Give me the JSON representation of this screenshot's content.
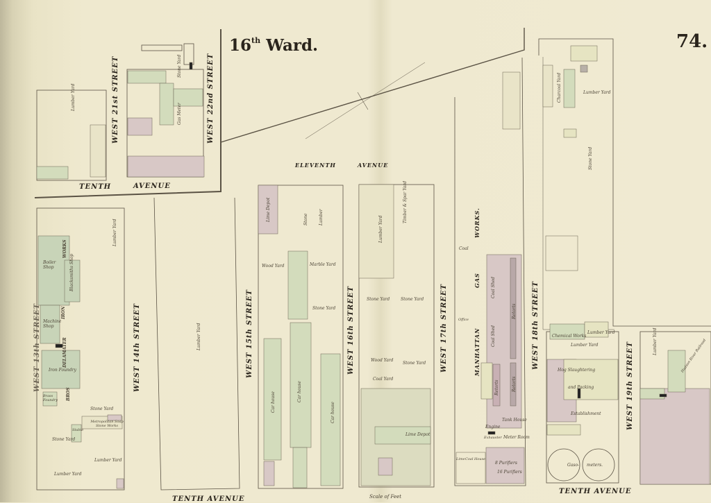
{
  "header": {
    "ward_number": "16",
    "ward_suffix": "th",
    "ward_word": "Ward.",
    "page_number": "74."
  },
  "colors": {
    "paper": "#efe9cf",
    "parcel_green": "#d3dcbc",
    "parcel_pink": "#d8c8c6",
    "parcel_yellow": "#e6e4c2",
    "ink": "#2a241c"
  },
  "streets": {
    "west_13th": "WEST 13th STREET",
    "west_14th": "WEST 14th STREET",
    "west_15th": "WEST 15th STREET",
    "west_16th": "WEST 16th STREET",
    "west_17th": "WEST 17th STREET",
    "west_18th": "WEST 18th STREET",
    "west_19th": "WEST 19th STREET",
    "west_21st": "WEST 21st STREET",
    "west_22nd": "WEST 22nd STREET"
  },
  "avenues": {
    "tenth_inset_a": "TENTH",
    "tenth_inset_b": "AVENUE",
    "eleventh_a": "ELEVENTH",
    "eleventh_b": "AVENUE",
    "tenth_bottom_left": "TENTH AVENUE",
    "tenth_bottom_right": "TENTH AVENUE"
  },
  "gas_works": {
    "manhattan": "MANHATTAN",
    "gas": "GAS",
    "works": "WORKS."
  },
  "labels": {
    "inset_lumber_yard": "Lumber Yard",
    "inset_stone_yard": "Stone Yard",
    "inset_gas_meter": "Gas Meter",
    "lumber_yard_14th": "Lumber Yard",
    "boiler_shop": "Boiler Shop",
    "blacksmiths_shop": "Blacksmiths Shop",
    "works": "WORKS",
    "iron": "IRON",
    "machine_shop": "Machine Shop",
    "delamater": "DELAMATER",
    "iron_foundry": "Iron Foundry",
    "brass_foundry": "Brass Foundry",
    "bros": "BROS",
    "stone_yard_a": "Stone Yard",
    "metropolitan": "Metropolitan Soap Stone Works",
    "stable": "Stable",
    "stone_yard_b": "Stone Yard",
    "lumber_yard_a": "Lumber Yard",
    "lumber_yard_b": "Lumber Yard",
    "lumber_yard_center": "Lumber Yard",
    "lime_depot_a": "Lime Depot",
    "stone": "Stone",
    "lumber": "Lumber",
    "wood_yard_a": "Wood Yard",
    "marble_yard": "Marble Yard",
    "stone_yard_c": "Stone Yard",
    "car_house_a": "Car house",
    "car_house_b": "Car house",
    "car_house_c": "Car house",
    "lumber_yard_16th": "Lumber Yard",
    "timber_spar_yard": "Timber & Spar Yard",
    "stone_yard_d": "Stone Yard",
    "stone_yard_e": "Stone Yard",
    "wood_yard_b": "Wood Yard",
    "stone_yard_f": "Stone Yard",
    "coal_yard": "Coal Yard",
    "lime_depot_b": "Lime Depot",
    "scale_of_feet": "Scale of Feet",
    "coal": "Coal",
    "coal_shed_a": "Coal Shed",
    "coal_shed_b": "Coal Shed",
    "retorts_a": "Retorts",
    "retorts_b": "Retorts",
    "retorts_c": "Retorts",
    "office": "Office",
    "tank_house": "Tank House",
    "engine": "Engine",
    "exhauster": "Exhauster",
    "meter_room": "Meter Room",
    "purifiers_a": "8 Purifiers",
    "purifiers_b": "16 Purifiers",
    "lime": "Lime",
    "coal_house": "Coal House",
    "charcoal_yard": "Charcoal Yard",
    "lumber_yard_top": "Lumber Yard",
    "stone_yard_top": "Stone Yard",
    "chemical_works": "Chemical Works",
    "lumber_yard_c": "Lumber Yard",
    "lumber_yard_d": "Lumber Yard",
    "hog_slaughtering": "Hog Slaughtering",
    "and_packing": "and Packing",
    "establishment": "Establishment",
    "gasometers_a": "Gaso-",
    "gasometers_b": "meters.",
    "lumber_yard_19th": "Lumber Yard",
    "hudson_river_railroad": "Hudson River Railroad"
  }
}
